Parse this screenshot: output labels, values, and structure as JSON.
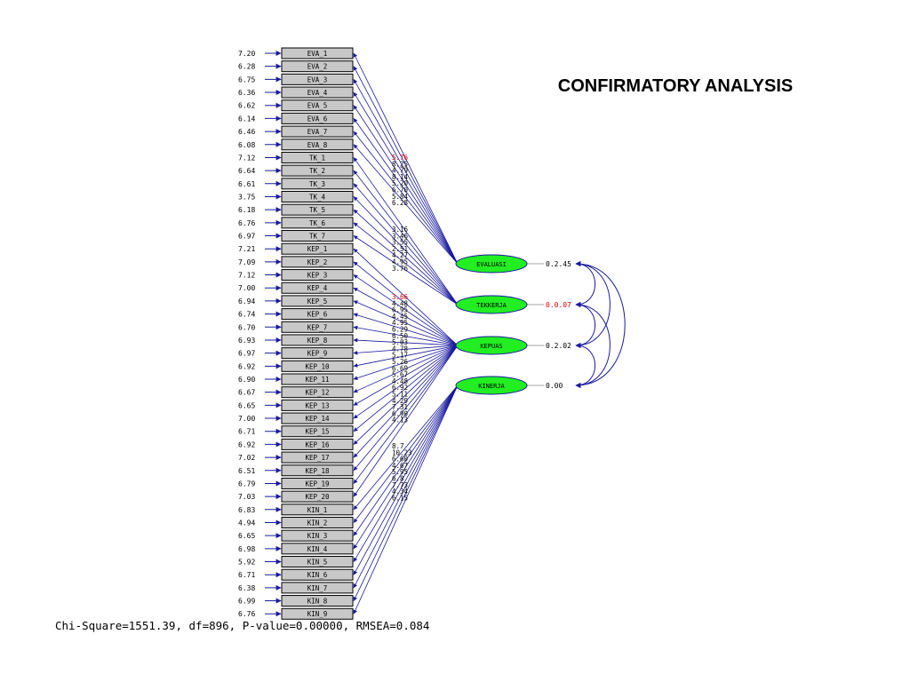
{
  "title": "CONFIRMATORY ANALYSIS",
  "fit_statistics": "Chi-Square=1551.39, df=896, P-value=0.00000, RMSEA=0.084",
  "colors": {
    "arrow": "#1a1aa0",
    "box_fill": "#c8c8c8",
    "latent_fill": "#22ee22",
    "highlight_text": "#dd0000",
    "text": "#000000"
  },
  "indicators": [
    {
      "name": "EVA_1",
      "error": "7.20"
    },
    {
      "name": "EVA_2",
      "error": "6.28"
    },
    {
      "name": "EVA_3",
      "error": "6.75"
    },
    {
      "name": "EVA_4",
      "error": "6.36"
    },
    {
      "name": "EVA_5",
      "error": "6.62"
    },
    {
      "name": "EVA_6",
      "error": "6.14"
    },
    {
      "name": "EVA_7",
      "error": "6.46"
    },
    {
      "name": "EVA_8",
      "error": "6.08"
    },
    {
      "name": "TK_1",
      "error": "7.12"
    },
    {
      "name": "TK_2",
      "error": "6.64"
    },
    {
      "name": "TK_3",
      "error": "6.61"
    },
    {
      "name": "TK_4",
      "error": "3.75"
    },
    {
      "name": "TK_5",
      "error": "6.18"
    },
    {
      "name": "TK_6",
      "error": "6.76"
    },
    {
      "name": "TK_7",
      "error": "6.97"
    },
    {
      "name": "KEP_1",
      "error": "7.21"
    },
    {
      "name": "KEP_2",
      "error": "7.09"
    },
    {
      "name": "KEP_3",
      "error": "7.12"
    },
    {
      "name": "KEP_4",
      "error": "7.00"
    },
    {
      "name": "KEP_5",
      "error": "6.94"
    },
    {
      "name": "KEP_6",
      "error": "6.74"
    },
    {
      "name": "KEP_7",
      "error": "6.70"
    },
    {
      "name": "KEP_8",
      "error": "6.93"
    },
    {
      "name": "KEP_9",
      "error": "6.97"
    },
    {
      "name": "KEP_10",
      "error": "6.92"
    },
    {
      "name": "KEP_11",
      "error": "6.90"
    },
    {
      "name": "KEP_12",
      "error": "6.67"
    },
    {
      "name": "KEP_13",
      "error": "6.65"
    },
    {
      "name": "KEP_14",
      "error": "7.00"
    },
    {
      "name": "KEP_15",
      "error": "6.71"
    },
    {
      "name": "KEP_16",
      "error": "6.92"
    },
    {
      "name": "KEP_17",
      "error": "7.02"
    },
    {
      "name": "KEP_18",
      "error": "6.51"
    },
    {
      "name": "KEP_19",
      "error": "6.79"
    },
    {
      "name": "KEP_20",
      "error": "7.03"
    },
    {
      "name": "KIN_1",
      "error": "6.83"
    },
    {
      "name": "KIN_2",
      "error": "4.94"
    },
    {
      "name": "KIN_3",
      "error": "6.65"
    },
    {
      "name": "KIN_4",
      "error": "6.98"
    },
    {
      "name": "KIN_5",
      "error": "5.92"
    },
    {
      "name": "KIN_6",
      "error": "6.71"
    },
    {
      "name": "KIN_7",
      "error": "6.38"
    },
    {
      "name": "KIN_8",
      "error": "6.99"
    },
    {
      "name": "KIN_9",
      "error": "6.76"
    }
  ],
  "latents": [
    {
      "name": "EVALUASI",
      "side_value": "0.2.45",
      "side_value_highlight": false
    },
    {
      "name": "TEKKERJA",
      "side_value": "0.0.07",
      "side_value_highlight": true
    },
    {
      "name": "KEPUAS",
      "side_value": "0.2.02",
      "side_value_highlight": false
    },
    {
      "name": "KINERJA",
      "side_value": "0.00",
      "side_value_highlight": false
    }
  ],
  "loading_groups": [
    {
      "latent": "EVALUASI",
      "values": [
        "5.76",
        "8.25",
        "4.79",
        "8.14",
        "5.20",
        "6.70",
        "5.84",
        "6.28"
      ],
      "highlight_first": true
    },
    {
      "latent": "TEKKERJA",
      "values": [
        "3.16",
        "3.46",
        "3.55",
        "2.51",
        "4.27",
        "4.95",
        "3.76"
      ],
      "highlight_first": false
    },
    {
      "latent": "KEPUAS",
      "values": [
        "3.66",
        "4.48",
        "6.95",
        "4.45",
        "4.95",
        "6.29",
        "6.50",
        "5.03",
        "4.78",
        "5.17",
        "5.26",
        "6.69",
        "5.67",
        "4.48",
        "6.92",
        "5.11",
        "4.29",
        "7.31",
        "6.90",
        "4.13"
      ],
      "highlight_first": true
    },
    {
      "latent": "KINERJA",
      "values": [
        "8.7",
        "10.23",
        "6.60",
        "4.67",
        "5.95",
        "6.8",
        "7.73",
        "4.34",
        "6.15"
      ],
      "highlight_first": false
    }
  ]
}
